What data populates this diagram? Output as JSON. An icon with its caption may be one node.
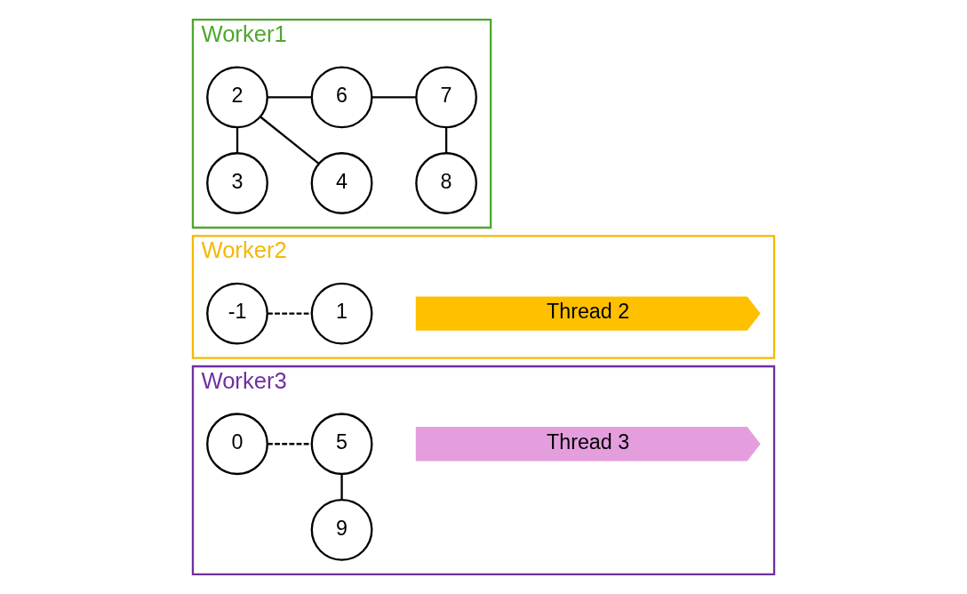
{
  "diagram": {
    "nodes": [
      {
        "text": [
          "Worker1"
        ]
      },
      {
        "text": [
          "2"
        ],
        "in": 0
      },
      {
        "text": [
          "3"
        ],
        "in": 0
      },
      {
        "text": [
          "4"
        ],
        "in": 0
      },
      {
        "text": [
          "6"
        ],
        "in": 0
      },
      {
        "text": [
          "7"
        ],
        "in": 0
      },
      {
        "text": [
          "8"
        ],
        "in": 0
      },
      {
        "text": [
          "Worker2"
        ]
      },
      {
        "text": [
          "-1"
        ],
        "in": 7
      },
      {
        "text": [
          "1"
        ],
        "in": 7
      },
      {
        "text": [
          "Thread 2"
        ],
        "in": 7
      },
      {
        "text": [
          "Worker3"
        ]
      },
      {
        "text": [
          "0"
        ],
        "in": 11
      },
      {
        "text": [
          "5"
        ],
        "in": 11
      },
      {
        "text": [
          "Thread 3"
        ],
        "in": 11
      },
      {
        "text": [
          "9"
        ],
        "in": 11
      }
    ],
    "edges": [
      {
        "from": 1,
        "to": 2,
        "arrow": "none"
      },
      {
        "from": 1,
        "to": 3,
        "arrow": "none"
      },
      {
        "from": 1,
        "to": 4,
        "arrow": "none"
      },
      {
        "from": 4,
        "to": 5,
        "arrow": "none"
      },
      {
        "from": 5,
        "to": 6,
        "arrow": "none"
      },
      {
        "from": 8,
        "to": 9,
        "arrow": "none",
        "style": "dashed"
      },
      {
        "from": 12,
        "to": 13,
        "arrow": "none",
        "style": "dashed"
      },
      {
        "from": 13,
        "to": 15,
        "arrow": "none"
      }
    ]
  }
}
